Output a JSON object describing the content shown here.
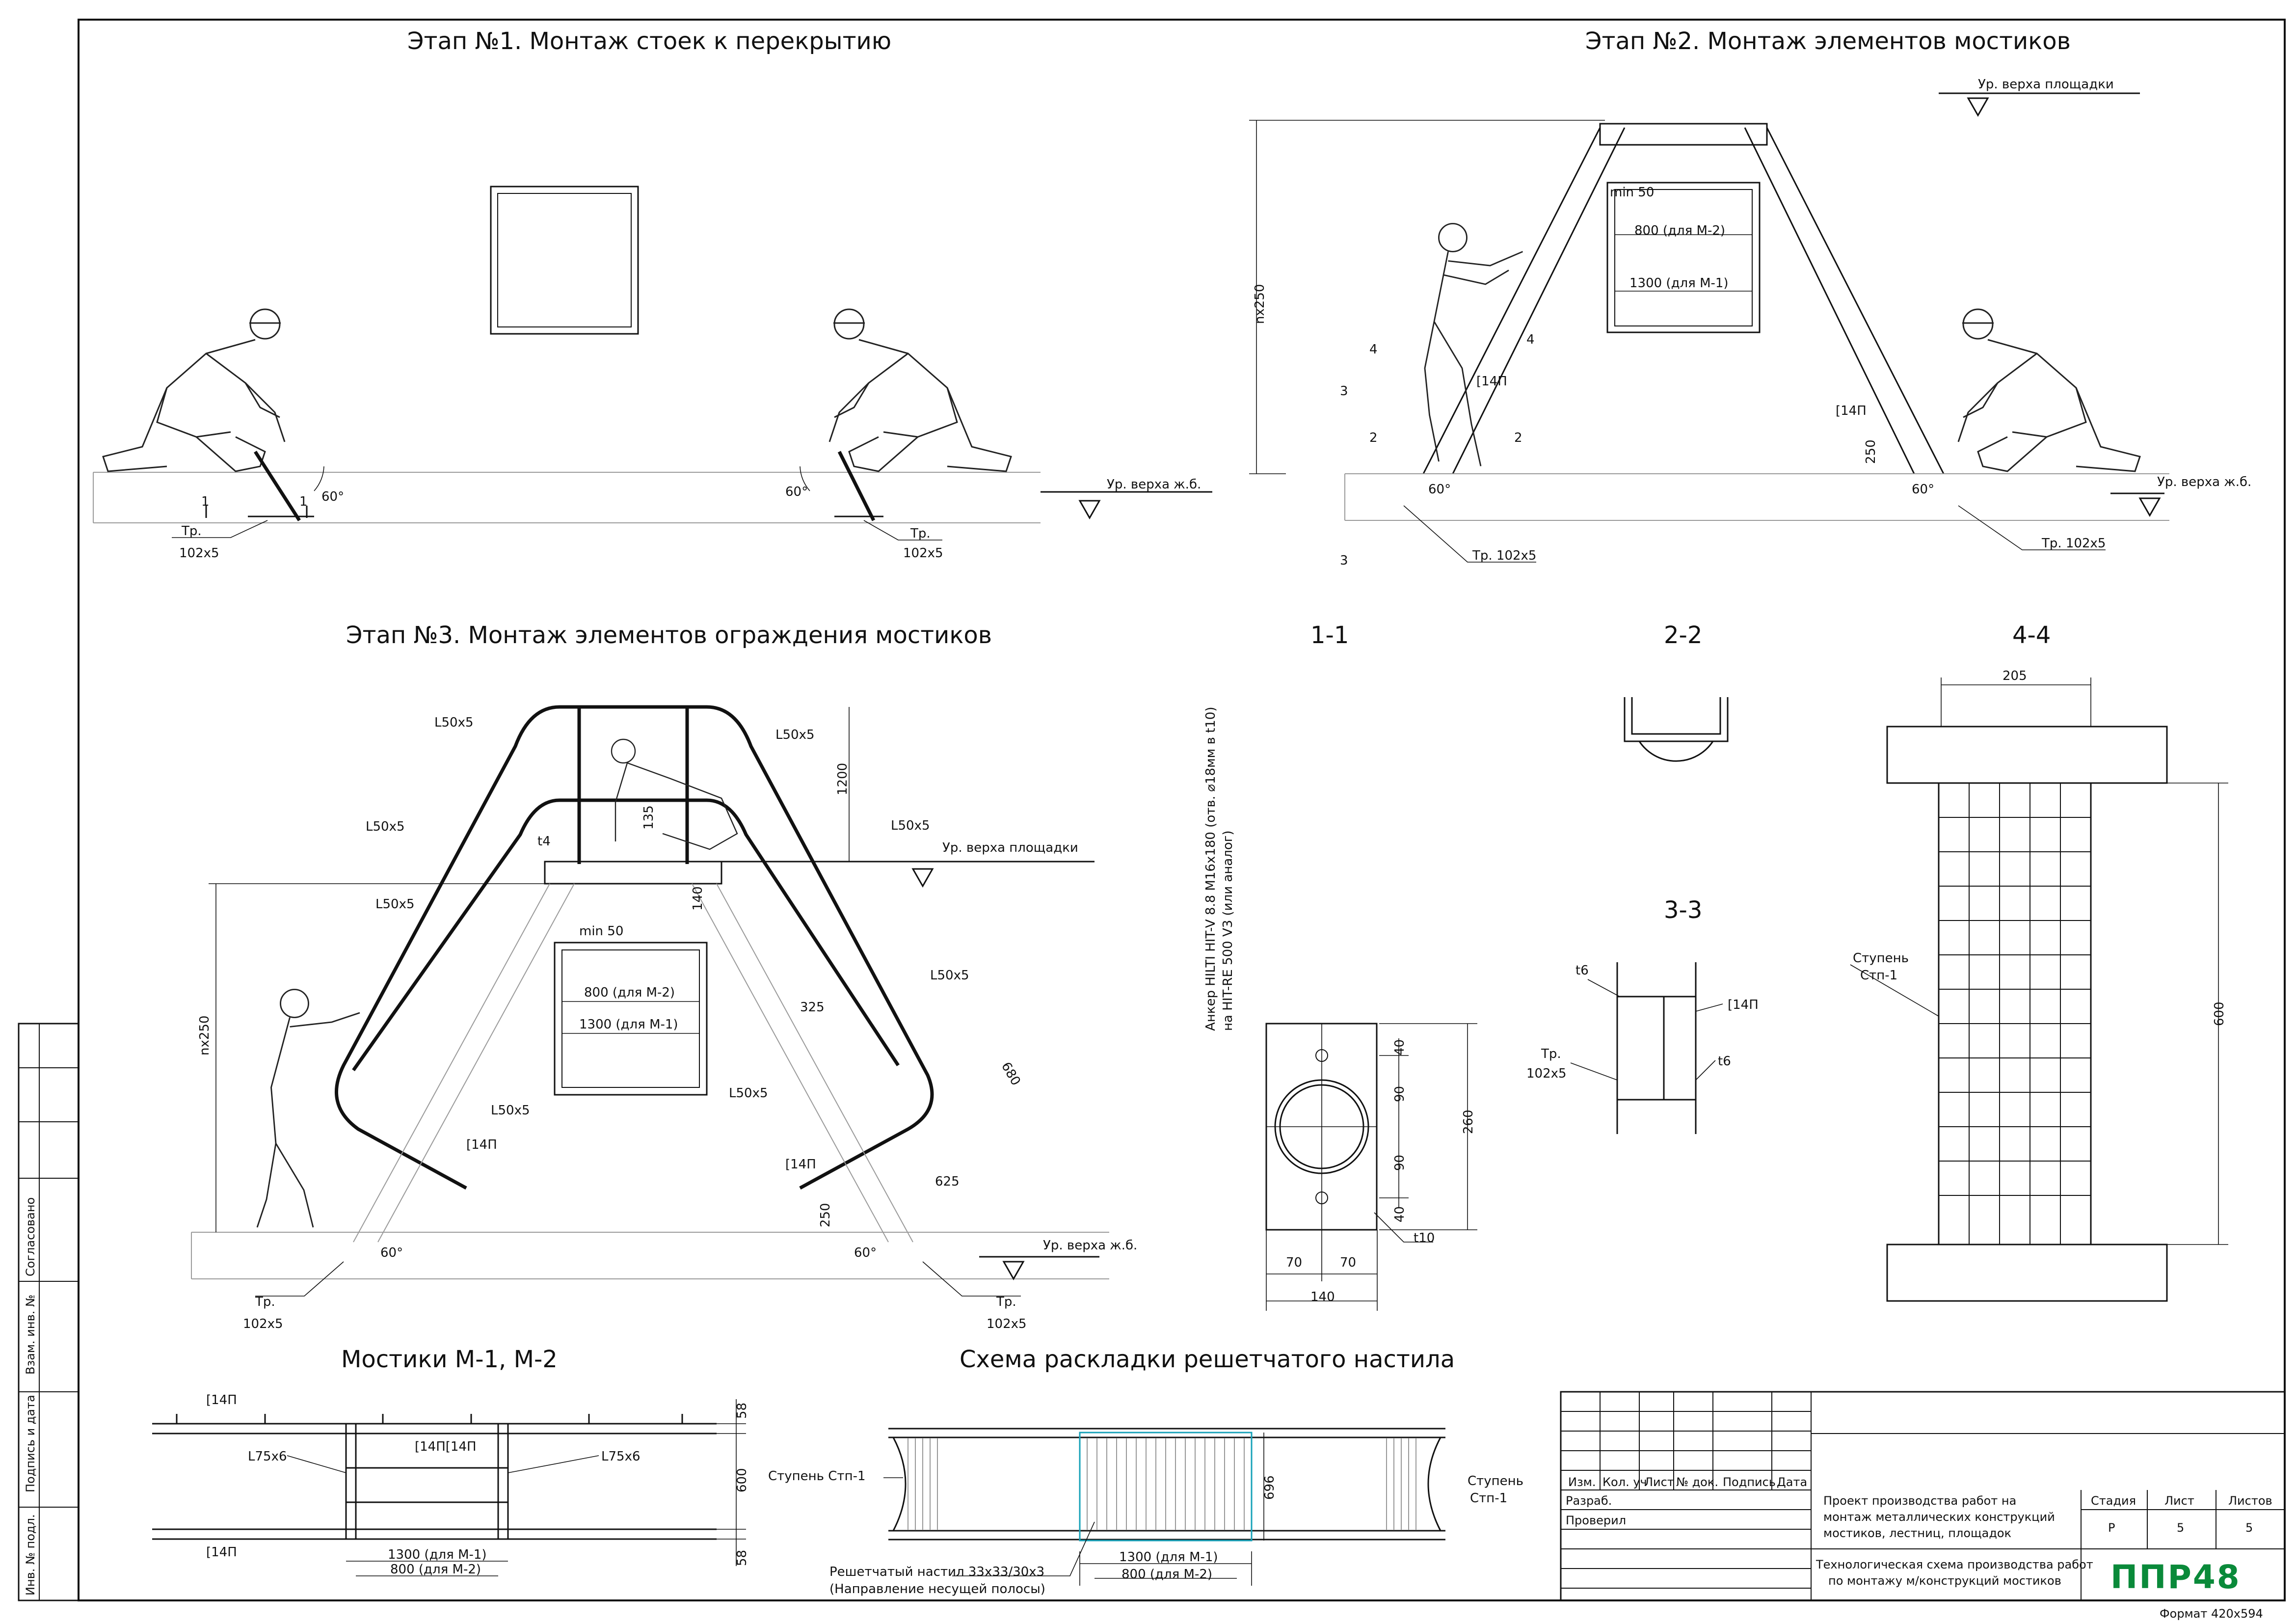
{
  "stage1": {
    "title": "Этап №1. Монтаж стоек к перекрытию",
    "pipe_name": "Тр.",
    "pipe_size": "102х5",
    "angle": "60°",
    "level": "Ур. верха ж.б.",
    "cut": "1"
  },
  "stage2": {
    "title": "Этап №2. Монтаж элементов мостиков",
    "top_level": "Ур. верха площадки",
    "height": "nх250",
    "min": "min 50",
    "width_m2": "800 (для М-2)",
    "width_m1": "1300 (для М-1)",
    "channel": "[14П",
    "dim250": "250",
    "angle": "60°",
    "pipe": "Тр. 102х5",
    "level": "Ур. верха ж.б.",
    "cut2": "2",
    "cut3": "3",
    "cut4": "4"
  },
  "stage3": {
    "title": "Этап №3. Монтаж элементов ограждения мостиков",
    "angle_label": "L50х5",
    "plate": "t4",
    "top_level": "Ур. верха площадки",
    "height": "nх250",
    "min": "min 50",
    "width_m2": "800 (для М-2)",
    "width_m1": "1300 (для М-1)",
    "channel": "[14П",
    "d1200": "1200",
    "d135": "135",
    "d140": "140",
    "d325": "325",
    "d680": "680",
    "d625": "625",
    "d250": "250",
    "angle": "60°",
    "level": "Ур. верха ж.б.",
    "pipe_name": "Тр.",
    "pipe_size": "102х5"
  },
  "sect11": {
    "title": "1-1",
    "anchor_line1": "Анкер HILTI HIT-V 8.8 М16х180 (отв. ⌀18мм в t10)",
    "anchor_line2": "на HIT-RE 500 V3 (или аналог)",
    "d40": "40",
    "d90": "90",
    "d260": "260",
    "d70": "70",
    "d140": "140",
    "plate": "t10"
  },
  "sect22": {
    "title": "2-2"
  },
  "sect33": {
    "title": "3-3",
    "t6": "t6",
    "channel": "[14П",
    "pipe_name": "Тр.",
    "pipe_size": "102х5"
  },
  "sect44": {
    "title": "4-4",
    "d205": "205",
    "d600": "600",
    "step_name": "Ступень",
    "step_code": "Стп-1"
  },
  "bridges": {
    "title": "Мостики М-1, М-2",
    "channel": "[14П",
    "channel_pair": "[14П[14П",
    "angle": "L75х6",
    "d58": "58",
    "d600": "600",
    "w1": "1300 (для М-1)",
    "w2": "800 (для М-2)"
  },
  "grating": {
    "title": "Схема раскладки решетчатого настила",
    "step_left": "Ступень Стп-1",
    "step_right_1": "Ступень",
    "step_right_2": "Стп-1",
    "d696": "696",
    "w1": "1300 (для М-1)",
    "w2": "800 (для М-2)",
    "note1": "Решетчатый настил 33х33/30х3",
    "note2": "(Направление несущей полосы)"
  },
  "stamp": {
    "col_headers": [
      "Изм.",
      "Кол. уч",
      "Лист",
      "№ док.",
      "Подпись",
      "Дата"
    ],
    "roles": [
      "Разраб.",
      "Проверил"
    ],
    "project": [
      "Проект производства работ на",
      "монтаж металлических конструкций",
      "мостиков, лестниц, площадок"
    ],
    "sheet_title": [
      "Технологическая схема производства работ",
      "по монтажу м/конструкций мостиков"
    ],
    "stage_h": "Стадия",
    "sheet_h": "Лист",
    "sheets_h": "Листов",
    "stage": "Р",
    "sheet": "5",
    "sheets": "5",
    "logo": "ППР48",
    "format": "Формат 420х594"
  },
  "side_stamp": [
    "Согласовано",
    "Взам. инв. №",
    "Подпись и дата",
    "Инв. № подл."
  ],
  "colors": {
    "ink": "#111111",
    "logo": "#0a8a3a",
    "grating_outline": "#17a2b8"
  }
}
